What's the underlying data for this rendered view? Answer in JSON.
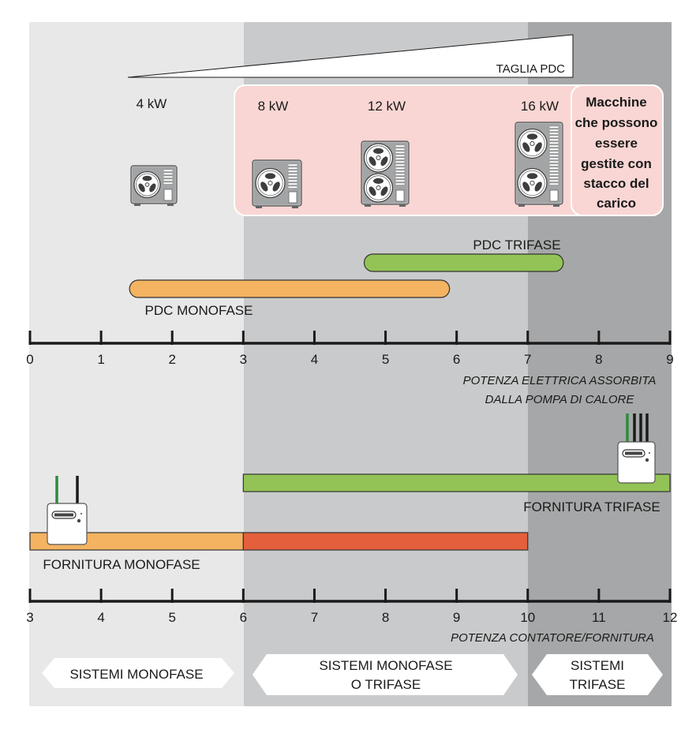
{
  "colors": {
    "zone_light": "#e8e8e9",
    "zone_mid": "#c9cacb",
    "zone_dark": "#a6a7a8",
    "pink_box": "#f9d6d3",
    "orange_bar": "#f3b361",
    "green_bar": "#93c356",
    "red_bar": "#e4603c",
    "axis": "#1a1a1a"
  },
  "taglia_label": "TAGLIA PDC",
  "units": [
    {
      "label": "4 kW",
      "fans": 1
    },
    {
      "label": "8 kW",
      "fans": 1
    },
    {
      "label": "12 kW",
      "fans": 2
    },
    {
      "label": "16 kW",
      "fans": 2
    }
  ],
  "callout_lines": [
    "Macchine",
    "che possono",
    "essere",
    "gestite con",
    "stacco del",
    "carico"
  ],
  "bars_top": {
    "trifase": {
      "label": "PDC TRIFASE",
      "start": 4.7,
      "end": 7.5
    },
    "monofase": {
      "label": "PDC MONOFASE",
      "start": 1.4,
      "end": 5.9
    }
  },
  "axis1": {
    "ticks": [
      "0",
      "1",
      "2",
      "3",
      "4",
      "5",
      "6",
      "7",
      "8",
      "9"
    ],
    "label_lines": [
      "POTENZA ELETTRICA ASSORBITA",
      "DALLA POMPA DI CALORE"
    ]
  },
  "supply": {
    "trifase": {
      "label": "FORNITURA TRIFASE",
      "start": 6,
      "end": 12
    },
    "monofase": {
      "label": "FORNITURA MONOFASE",
      "start": 3,
      "end": 6
    },
    "overlap": {
      "start": 6,
      "end": 10
    }
  },
  "axis2": {
    "ticks": [
      "3",
      "4",
      "5",
      "6",
      "7",
      "8",
      "9",
      "10",
      "11",
      "12"
    ],
    "label": "POTENZA CONTATORE/FORNITURA"
  },
  "zones": [
    {
      "lines": [
        "SISTEMI MONOFASE"
      ]
    },
    {
      "lines": [
        "SISTEMI MONOFASE",
        "O TRIFASE"
      ]
    },
    {
      "lines": [
        "SISTEMI",
        "TRIFASE"
      ]
    }
  ]
}
